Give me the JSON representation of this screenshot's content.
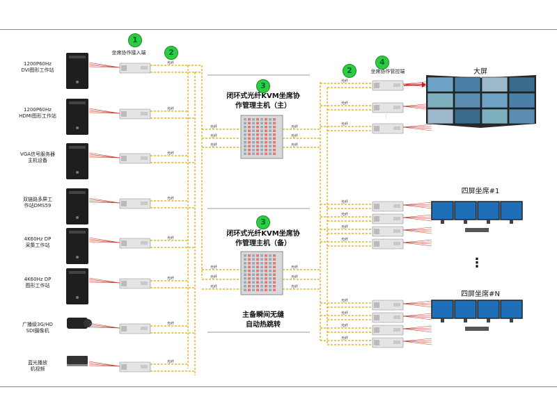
{
  "labels": {
    "access_end": "坐席协作接入端",
    "control_end": "坐席协作管控端",
    "host_main": "闭环式光纤KVM坐席协作管理主机（主）",
    "host_main_l1": "闭环式光纤KVM坐席协",
    "host_main_l2": "作管理主机（主）",
    "host_backup_l1": "闭环式光纤KVM坐席协",
    "host_backup_l2": "作管理主机（备）",
    "switch_l1": "主备瞬间无缝",
    "switch_l2": "自动热跳转",
    "big_screen": "大屏",
    "seat_1": "四屏坐席#1",
    "seat_n": "四屏坐席#N",
    "dots": "⋮",
    "fiber": "光纤"
  },
  "badges": {
    "b1": "1",
    "b2": "2",
    "b3": "3",
    "b4": "4"
  },
  "sources": [
    {
      "l1": "1200P60Hz",
      "l2": "DVI图形工作站"
    },
    {
      "l1": "1200P60Hz",
      "l2": "HDMI图形工作站"
    },
    {
      "l1": "VGA信号服务器",
      "l2": "主机设备"
    },
    {
      "l1": "双链路多屏工",
      "l2": "作站DMS59"
    },
    {
      "l1": "4K60Hz DP",
      "l2": "采集工作站"
    },
    {
      "l1": "4K60Hz DP",
      "l2": "图形工作站"
    },
    {
      "l1": "广播级3G/HD",
      "l2": "SDI摄像机"
    },
    {
      "l1": "蓝光播放",
      "l2": "机视频"
    }
  ],
  "colors": {
    "fiber": "#e0a800",
    "cable": "#c0392b",
    "badge": "#2ecc40"
  }
}
